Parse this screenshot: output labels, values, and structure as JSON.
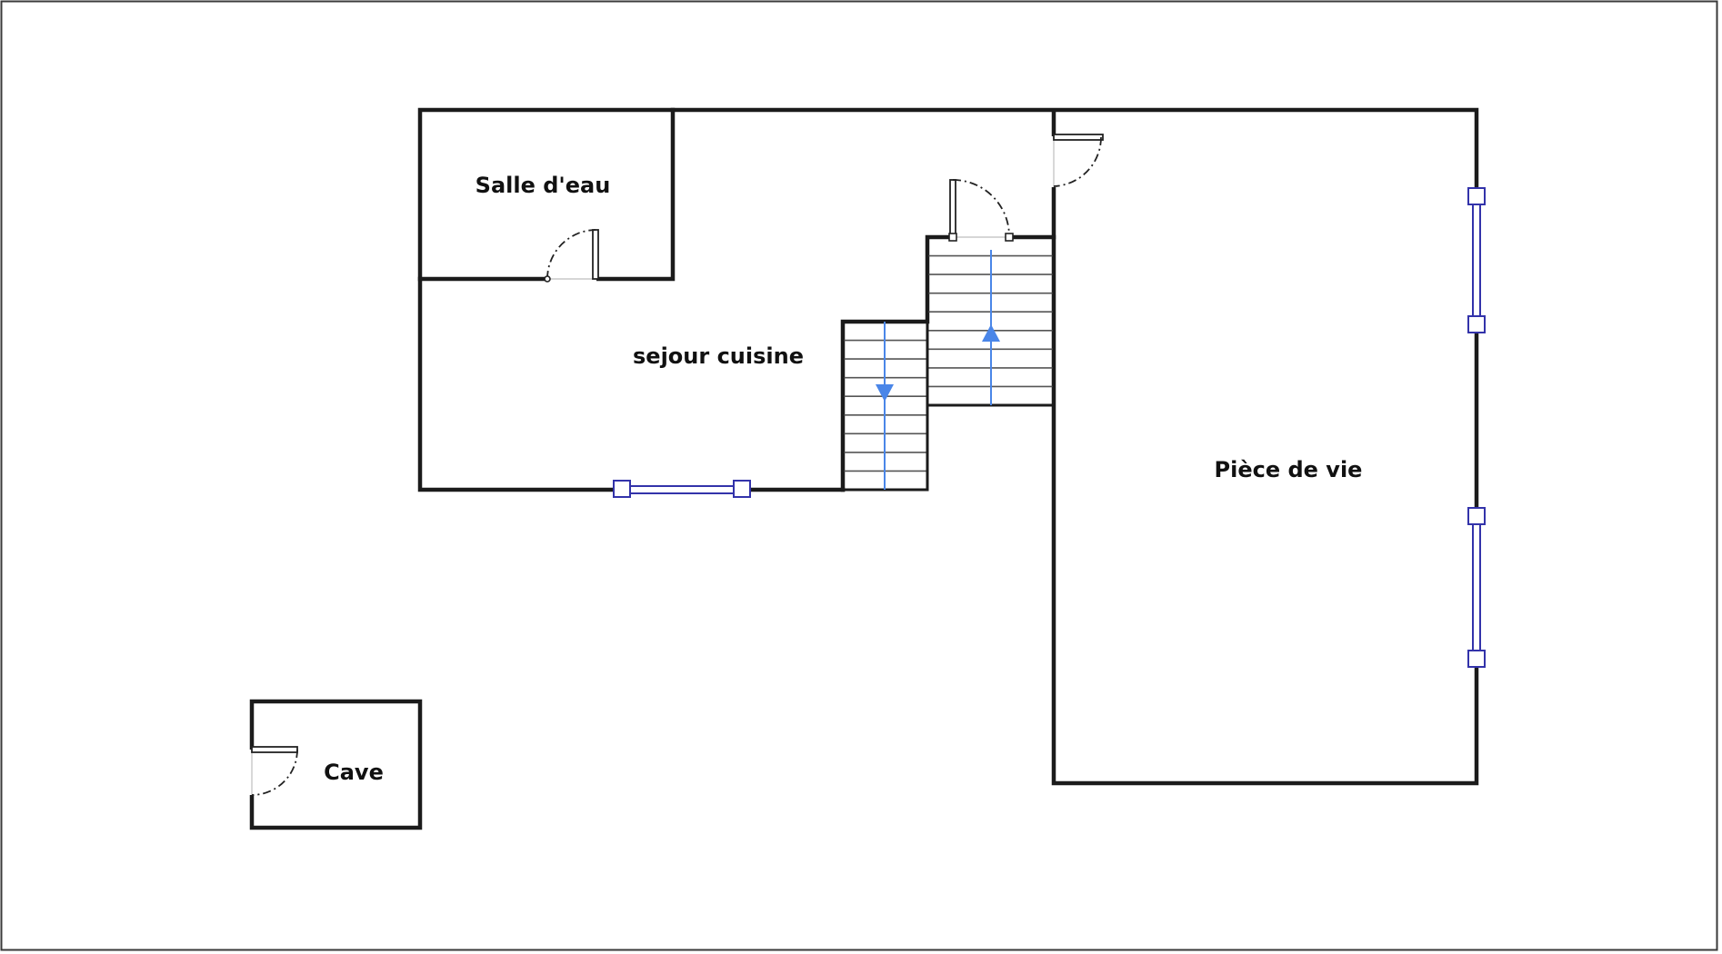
{
  "rooms": {
    "salle_deau": "Salle d'eau",
    "sejour_cuisine": "sejour cuisine",
    "piece_de_vie": "Pièce de vie",
    "cave": "Cave"
  },
  "colors": {
    "wall": "#1b1b1b",
    "window": "#3333aa",
    "stair_arrow": "#4a86e8",
    "background": "#ffffff"
  },
  "stairs": [
    {
      "direction": "down",
      "steps": 9
    },
    {
      "direction": "up",
      "steps": 9
    }
  ]
}
